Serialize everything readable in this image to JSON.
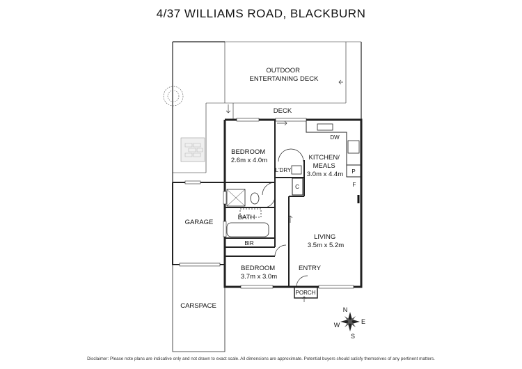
{
  "title": "4/37 WILLIAMS ROAD, BLACKBURN",
  "rooms": {
    "outdoor_deck": [
      "OUTDOOR",
      "ENTERTAINING DECK"
    ],
    "deck": "DECK",
    "bedroom1": [
      "BEDROOM",
      "2.6m x 4.0m"
    ],
    "kitchen": [
      "KITCHEN/",
      "MEALS",
      "3.0m x 4.4m"
    ],
    "laundry": "L'DRY",
    "garage": "GARAGE",
    "bath": "BATH",
    "bir": "BIR",
    "living": [
      "LIVING",
      "3.5m x 5.2m"
    ],
    "bedroom2": [
      "BEDROOM",
      "3.7m x 3.0m"
    ],
    "entry": "ENTRY",
    "porch": "PORCH",
    "carspace": "CARSPACE",
    "dw": "DW",
    "pantry": "P",
    "fridge": "F",
    "cupboard": "C"
  },
  "compass": {
    "n": "N",
    "e": "E",
    "s": "S",
    "w": "W"
  },
  "disclaimer": "Disclaimer: Please note plans are indicative only and not drawn to exact scale. All dimensions are approximate. Potential buyers should satisfy themselves of any pertinent matters."
}
